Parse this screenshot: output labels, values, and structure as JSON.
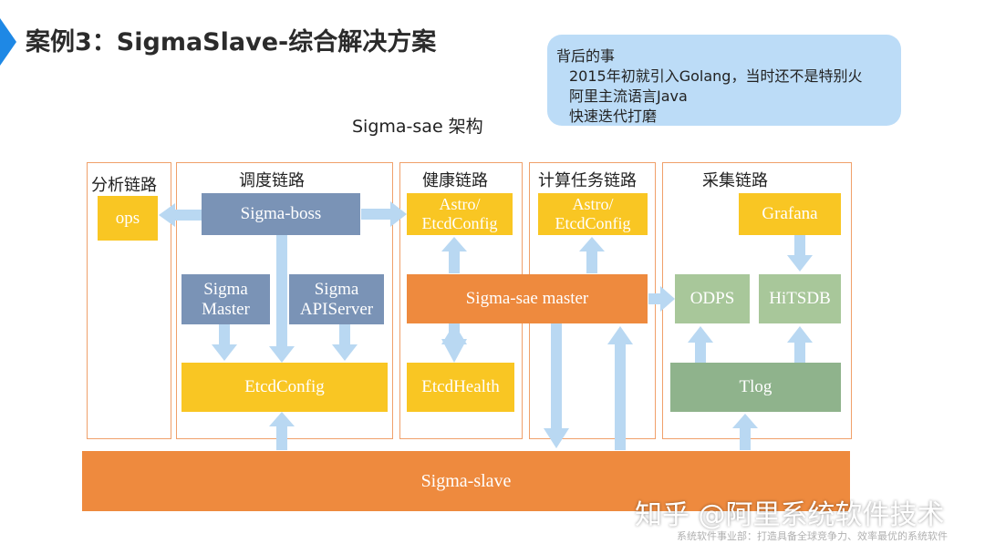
{
  "header": {
    "title": "案例3：SigmaSlave-综合解决方案"
  },
  "note": {
    "title": "背后的事",
    "lines": [
      "2015年初就引入Golang，当时还不是特别火",
      "阿里主流语言Java",
      "快速迭代打磨"
    ]
  },
  "diagram": {
    "title": "Sigma-sae 架构",
    "groups": {
      "analysis": "分析链路",
      "scheduling": "调度链路",
      "health": "健康链路",
      "compute": "计算任务链路",
      "collect": "采集链路"
    },
    "boxes": {
      "ops": "ops",
      "sigma_boss": "Sigma-boss",
      "sigma_master_l1": "Sigma",
      "sigma_master_l2": "Master",
      "sigma_api_l1": "Sigma",
      "sigma_api_l2": "APIServer",
      "etcdconfig": "EtcdConfig",
      "astro1_l1": "Astro/",
      "astro1_l2": "EtcdConfig",
      "astro2_l1": "Astro/",
      "astro2_l2": "EtcdConfig",
      "sae_master": "Sigma-sae master",
      "etcdhealth": "EtcdHealth",
      "grafana": "Grafana",
      "odps": "ODPS",
      "hitsdb": "HiTSDB",
      "tlog": "Tlog",
      "sigma_slave": "Sigma-slave"
    },
    "colors": {
      "yellow": "#f9c623",
      "blue": "#7a93b6",
      "orange": "#ee8a3e",
      "green": "#a8c79a",
      "arrow": "#b9d8f2",
      "group_border": "#f0a06a"
    }
  },
  "watermark": {
    "main": "知乎 @阿里系统软件技术",
    "sub": "系统软件事业部：打造具备全球竞争力、效率最优的系统软件"
  }
}
